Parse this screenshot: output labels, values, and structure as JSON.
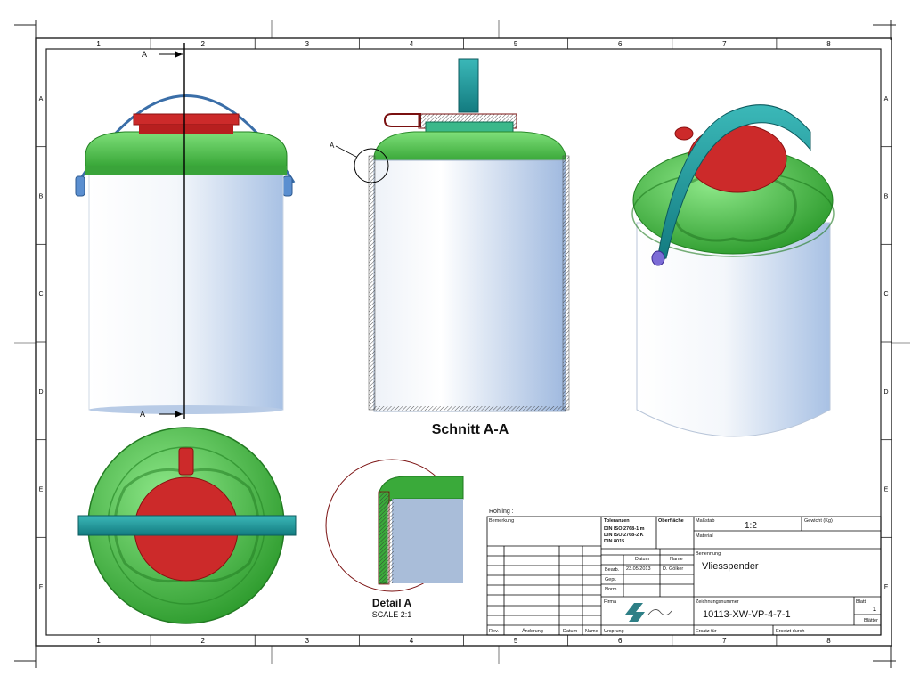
{
  "grid": {
    "columns": [
      "1",
      "2",
      "3",
      "4",
      "5",
      "6",
      "7",
      "8"
    ],
    "rows": [
      "A",
      "B",
      "C",
      "D",
      "E",
      "F"
    ]
  },
  "views": {
    "section_title": "Schnitt A-A",
    "section_marker": "A",
    "detail_marker": "A",
    "detail_title": "Detail A",
    "detail_scale": "SCALE 2:1"
  },
  "title_block": {
    "rohling_label": "Rohling :",
    "bemerkung_label": "Bemerkung",
    "toleranzen_label": "Toleranzen",
    "toleranzen": [
      "DIN ISO 2768-1 m",
      "DIN ISO 2768-2 K",
      "DIN 8015"
    ],
    "oberflaeche_label": "Oberfläche",
    "massstab_label": "Maßstab",
    "massstab_value": "1:2",
    "gewicht_label": "Gewicht (Kg)",
    "material_label": "Material",
    "datum_label": "Datum",
    "name_label": "Name",
    "bearb_label": "Bearb.",
    "bearb_datum": "23.05.2013",
    "bearb_name": "D. Gölker",
    "gepr_label": "Gepr.",
    "norm_label": "Norm",
    "benennung_label": "Benennung",
    "benennung_value": "Vliesspender",
    "firma_label": "Firma",
    "zeichnungsnummer_label": "Zeichnungsnummer",
    "zeichnungsnummer_value": "10113-XW-VP-4-7-1",
    "blatt_label": "Blatt",
    "blatt_value": "1",
    "blaetter_label": "Blätter",
    "rev_label": "Rev.",
    "aenderung_label": "Änderung",
    "datum2_label": "Datum",
    "name2_label": "Name",
    "ursprung_label": "Ursprung",
    "ersatz_fuer_label": "Ersatz für",
    "ersetzt_durch_label": "Ersetzt durch"
  }
}
